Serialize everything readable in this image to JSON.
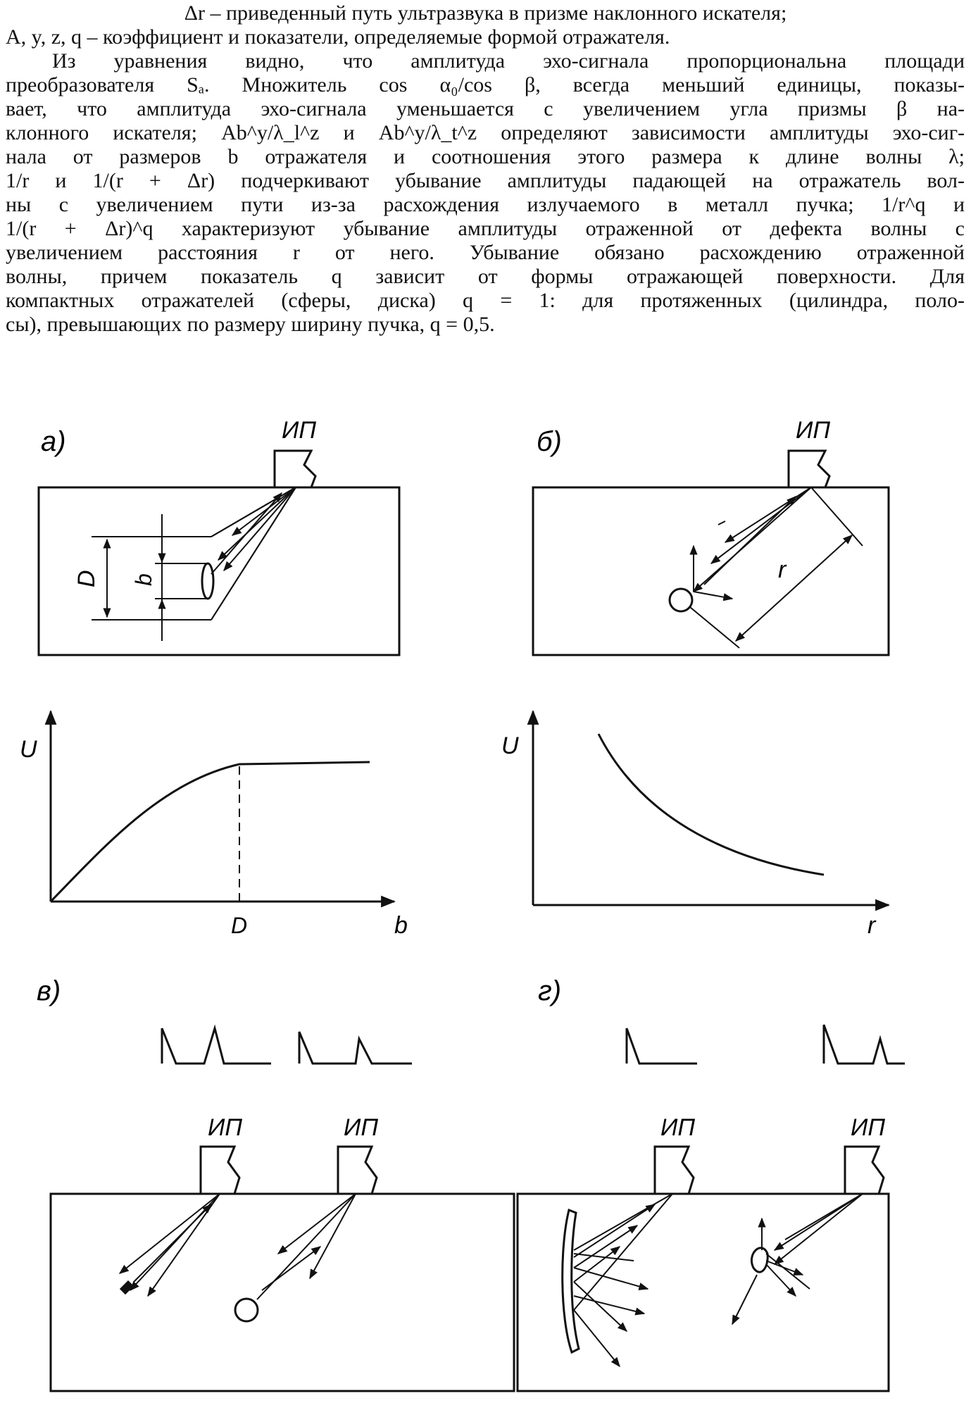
{
  "text": {
    "lines": [
      "Δr – приведенный путь ультразвука в призме наклонного искателя;",
      "A, y, z, q – коэффициент и показатели, определяемые формой отражателя.",
      "Из уравнения видно, что амплитуда эхо-сигнала пропорциональна площади",
      "преобразователя Sₐ. Множитель cos α₀/cos β, всегда меньший единицы, показы-",
      "вает, что амплитуда эхо-сигнала уменьшается с увеличением угла призмы β на-",
      "клонного искателя; Ab^y/λ_l^z и Ab^y/λ_t^z определяют зависимости амплитуды эхо-сиг-",
      "нала от размеров b отражателя и соотношения этого размера к длине волны λ;",
      "1/r и 1/(r + Δr) подчеркивают убывание амплитуды падающей на отражатель вол-",
      "ны с увеличением пути из-за расхождения излучаемого в металл пучка; 1/r^q и",
      "1/(r + Δr)^q характеризуют убывание амплитуды отраженной от дефекта волны с",
      "увеличением расстояния r от него. Убывание обязано расхождению отраженной",
      "волны, причем показатель q зависит от формы отражающей поверхности. Для",
      "компактных отражателей (сферы, диска) q = 1: для протяженных (цилиндра, поло-",
      "сы), превышающих по размеру ширину пучка, q = 0,5."
    ]
  },
  "figure": {
    "panel_a": "а)",
    "panel_b": "б)",
    "panel_v": "в)",
    "panel_g": "г)",
    "probe_label": "ИП",
    "dim_D": "D",
    "dim_b": "b",
    "dim_r": "r",
    "axis_U": "U",
    "axis_b": "b",
    "axis_r": "r",
    "tick_D": "D"
  }
}
